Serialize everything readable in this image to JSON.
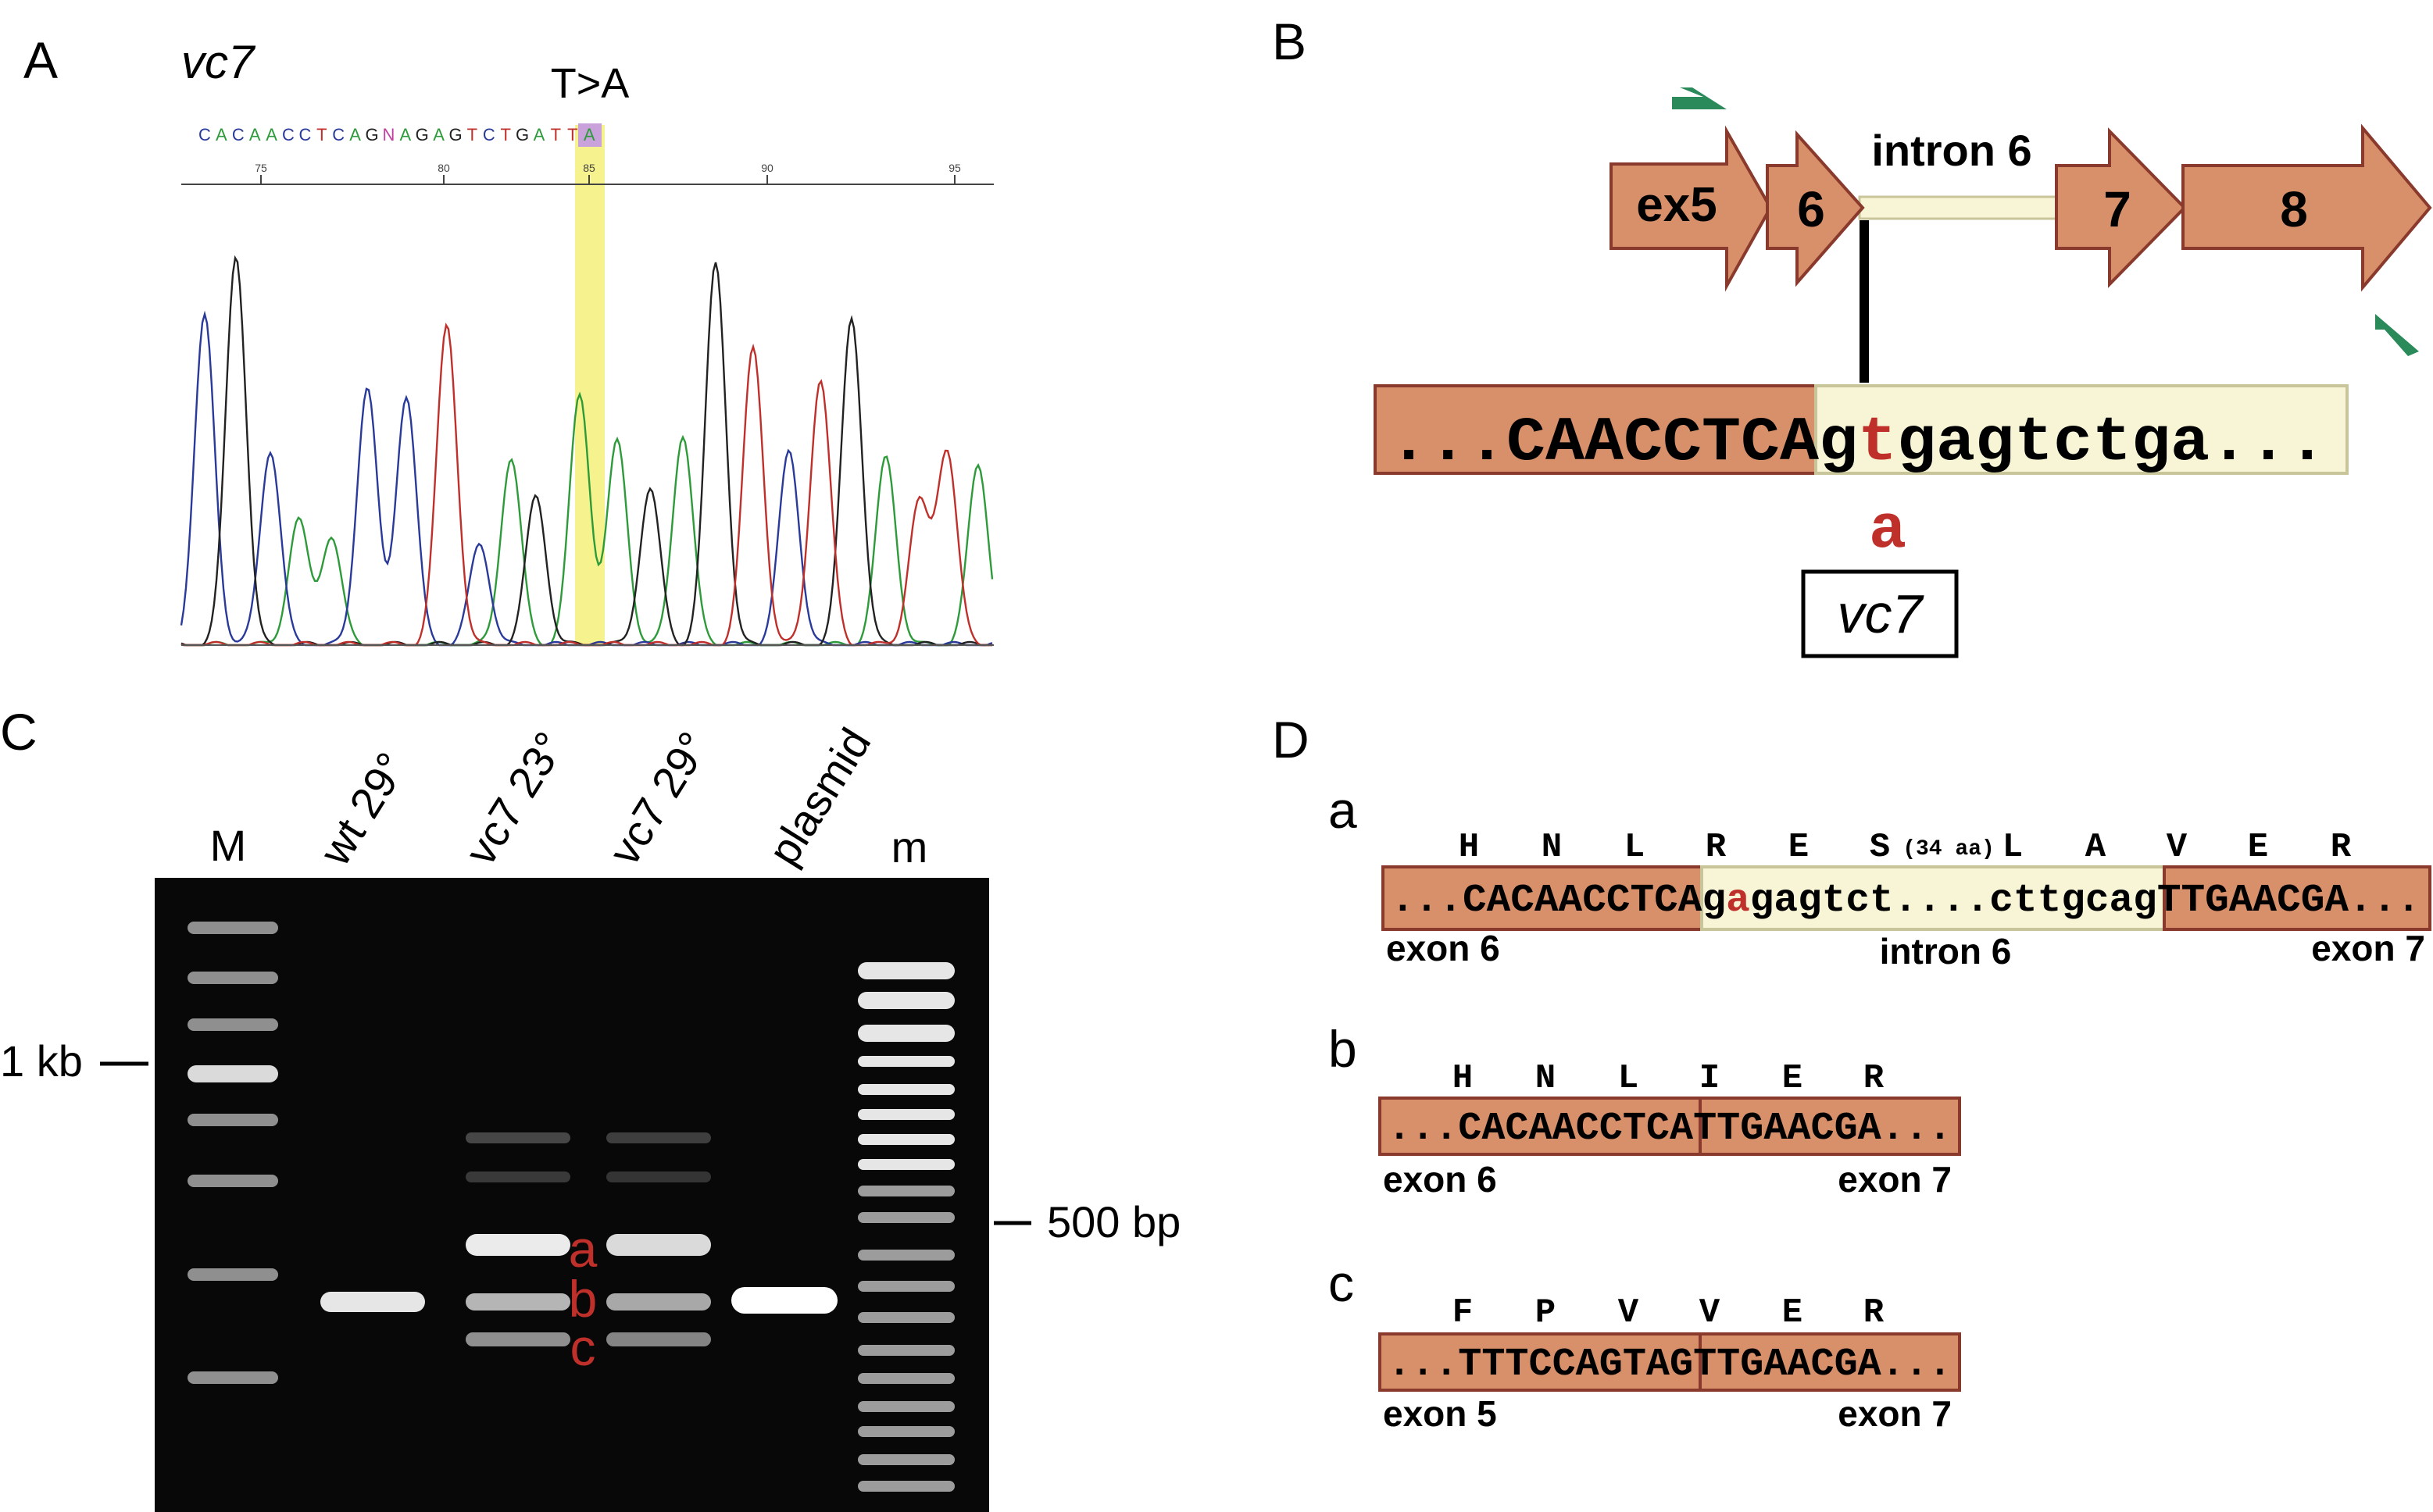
{
  "panels": {
    "A": "A",
    "B": "B",
    "C": "C",
    "D": "D"
  },
  "panel_a": {
    "title": "vc7",
    "mutation": "T>A",
    "bases": [
      "C",
      "A",
      "C",
      "A",
      "A",
      "C",
      "C",
      "T",
      "C",
      "A",
      "G",
      "N",
      "A",
      "G",
      "A",
      "G",
      "T",
      "C",
      "T",
      "G",
      "A",
      "T",
      "T",
      "A"
    ],
    "positions": [
      "75",
      "80",
      "85",
      "90",
      "95"
    ],
    "colors": {
      "A": "#2e9b3a",
      "C": "#2a3a9a",
      "G": "#222222",
      "T": "#c0302a",
      "N": "#c43fa0"
    },
    "highlight_color": "#f5f07a"
  },
  "panel_b": {
    "exons": [
      "ex5",
      "6",
      "7",
      "8"
    ],
    "intron_label": "intron 6",
    "seq_exon": "...CAACCTCA",
    "seq_g": "g",
    "seq_mut": "t",
    "seq_rest": "gagtctga...",
    "mut_base": "a",
    "allele": "vc7",
    "exon_color": "#d8906a",
    "intron_color": "#f8f5d6",
    "border_color": "#8a3a2c",
    "primer_color": "#2a8a5a",
    "mut_color": "#c0302a"
  },
  "panel_c": {
    "lanes": [
      "M",
      "wt 29°",
      "vc7 23°",
      "vc7 29°",
      "plasmid",
      "m"
    ],
    "marker_left": "1 kb",
    "marker_right": "500 bp",
    "band_labels": [
      "a",
      "b",
      "c"
    ]
  },
  "panel_d": {
    "a": {
      "label": "a",
      "aa": [
        "H",
        "N",
        "L",
        "R",
        "E",
        "S",
        "(34 aa)",
        "L",
        "A",
        "V",
        "E",
        "R"
      ],
      "seq_exon6": "...CACAACCTCA",
      "seq_intron_g": "g",
      "seq_intron_mut": "a",
      "seq_intron_rest": "gagtct....cttgcag",
      "seq_exon7": "TTGAACGA...",
      "labels": [
        "exon 6",
        "intron 6",
        "exon 7"
      ]
    },
    "b": {
      "label": "b",
      "aa": [
        "H",
        "N",
        "L",
        "I",
        "E",
        "R"
      ],
      "seq_left": "...CACAACCTCA",
      "seq_right": "TTGAACGA...",
      "labels": [
        "exon 6",
        "exon 7"
      ]
    },
    "c": {
      "label": "c",
      "aa": [
        "F",
        "P",
        "V",
        "V",
        "E",
        "R"
      ],
      "seq_left": "...TTTCCAGTAG",
      "seq_right": "TTGAACGA...",
      "labels": [
        "exon 5",
        "exon 7"
      ]
    }
  }
}
